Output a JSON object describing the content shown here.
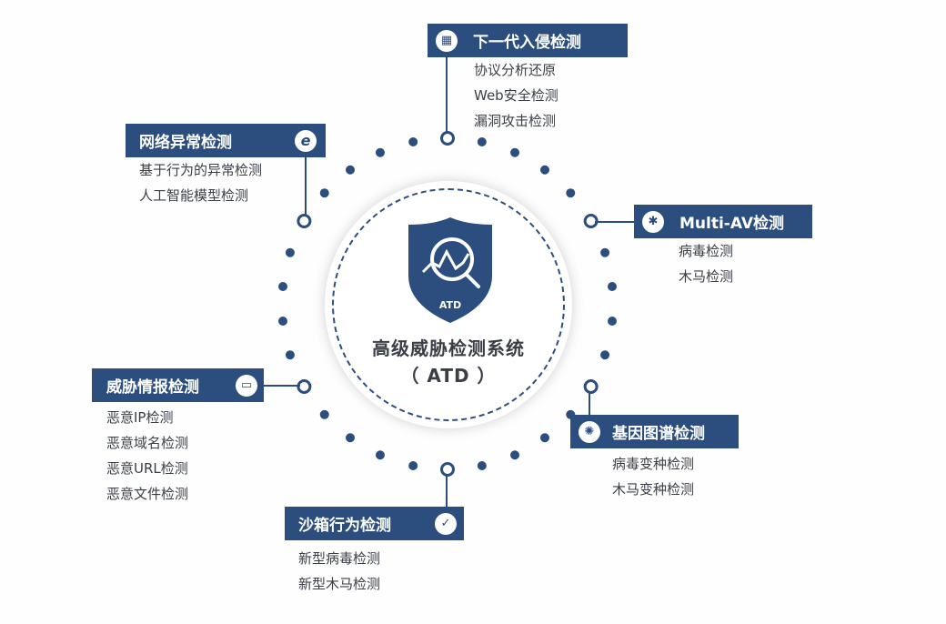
{
  "center": {
    "title": "高级威胁检测系统",
    "subtitle": "（ ATD ）",
    "logo_text": "ATD"
  },
  "colors": {
    "navy": "#2b4e7e"
  },
  "modules": [
    {
      "title": "下一代入侵检测",
      "icon": "firewall-icon",
      "items": [
        "协议分析还原",
        "Web安全检测",
        "漏洞攻击检测"
      ]
    },
    {
      "title": "网络异常检测",
      "icon": "browser-e-icon",
      "items": [
        "基于行为的异常检测",
        "人工智能模型检测"
      ]
    },
    {
      "title": "Multi-AV检测",
      "icon": "bug-icon",
      "items": [
        "病毒检测",
        "木马检测"
      ]
    },
    {
      "title": "威胁情报检测",
      "icon": "monitor-icon",
      "items": [
        "恶意IP检测",
        "恶意域名检测",
        "恶意URL检测",
        "恶意文件检测"
      ]
    },
    {
      "title": "基因图谱检测",
      "icon": "virus-icon",
      "items": [
        "病毒变种检测",
        "木马变种检测"
      ]
    },
    {
      "title": "沙箱行为检测",
      "icon": "sandbox-icon",
      "items": [
        "新型病毒检测",
        "新型木马检测"
      ]
    }
  ]
}
